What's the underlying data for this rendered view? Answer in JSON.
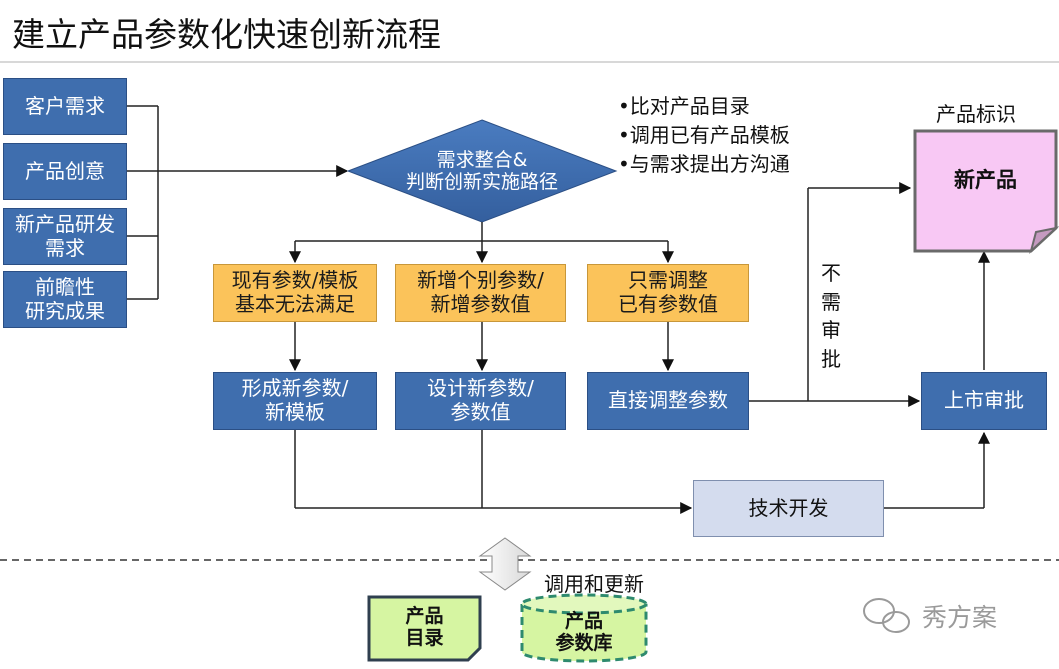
{
  "title": "建立产品参数化快速创新流程",
  "inputs": [
    "客户需求",
    "产品创意",
    "新产品研发\n需求",
    "前瞻性\n研究成果"
  ],
  "decision": "需求整合&\n判断创新实施路径",
  "notes": [
    "•比对产品目录",
    "•调用已有产品模板",
    "•与需求提出方沟通"
  ],
  "paths": [
    "现有参数/模板\n基本无法满足",
    "新增个别参数/\n新增参数值",
    "只需调整\n已有参数值"
  ],
  "actions": [
    "形成新参数/\n新模板",
    "设计新参数/\n参数值",
    "直接调整参数"
  ],
  "tech_dev": "技术开发",
  "no_approval": [
    "不",
    "需",
    "审",
    "批"
  ],
  "market_approval": "上市审批",
  "product_id_label": "产品标识",
  "new_product": "新产品",
  "call_update": "调用和更新",
  "product_catalog": "产品\n目录",
  "param_library": "产品\n参数库",
  "watermark": "秀方案",
  "colors": {
    "box_blue": "#3f6eae",
    "box_orange": "#fbc35a",
    "box_grey": "#d4dcee",
    "new_product_pink": "#f8c8f4",
    "catalog_green": "#d6f5a2"
  }
}
